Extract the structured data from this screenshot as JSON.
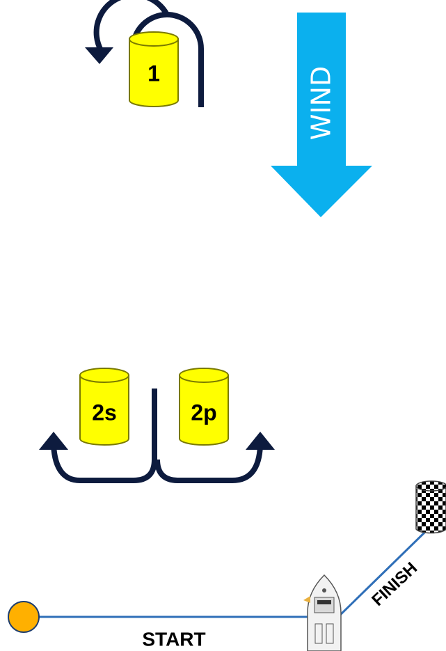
{
  "wind": {
    "label": "WIND",
    "color": "#0bb0ee"
  },
  "marks": [
    {
      "label": "1"
    },
    {
      "label": "2s"
    },
    {
      "label": "2p"
    }
  ],
  "lines": {
    "start_label": "START",
    "finish_label": "FINISH",
    "line_color": "#2f6fb8"
  },
  "colors": {
    "mark_fill": "#ffff00",
    "mark_stroke": "#7a7a00",
    "arrow_color": "#0d1b3e",
    "pin_buoy": "#ffb000"
  },
  "icons": [
    "wind-arrow-icon",
    "rounding-arrow-icon",
    "gate-arrow-icon",
    "checkered-flag-icon",
    "committee-boat-icon",
    "pin-buoy-icon"
  ]
}
